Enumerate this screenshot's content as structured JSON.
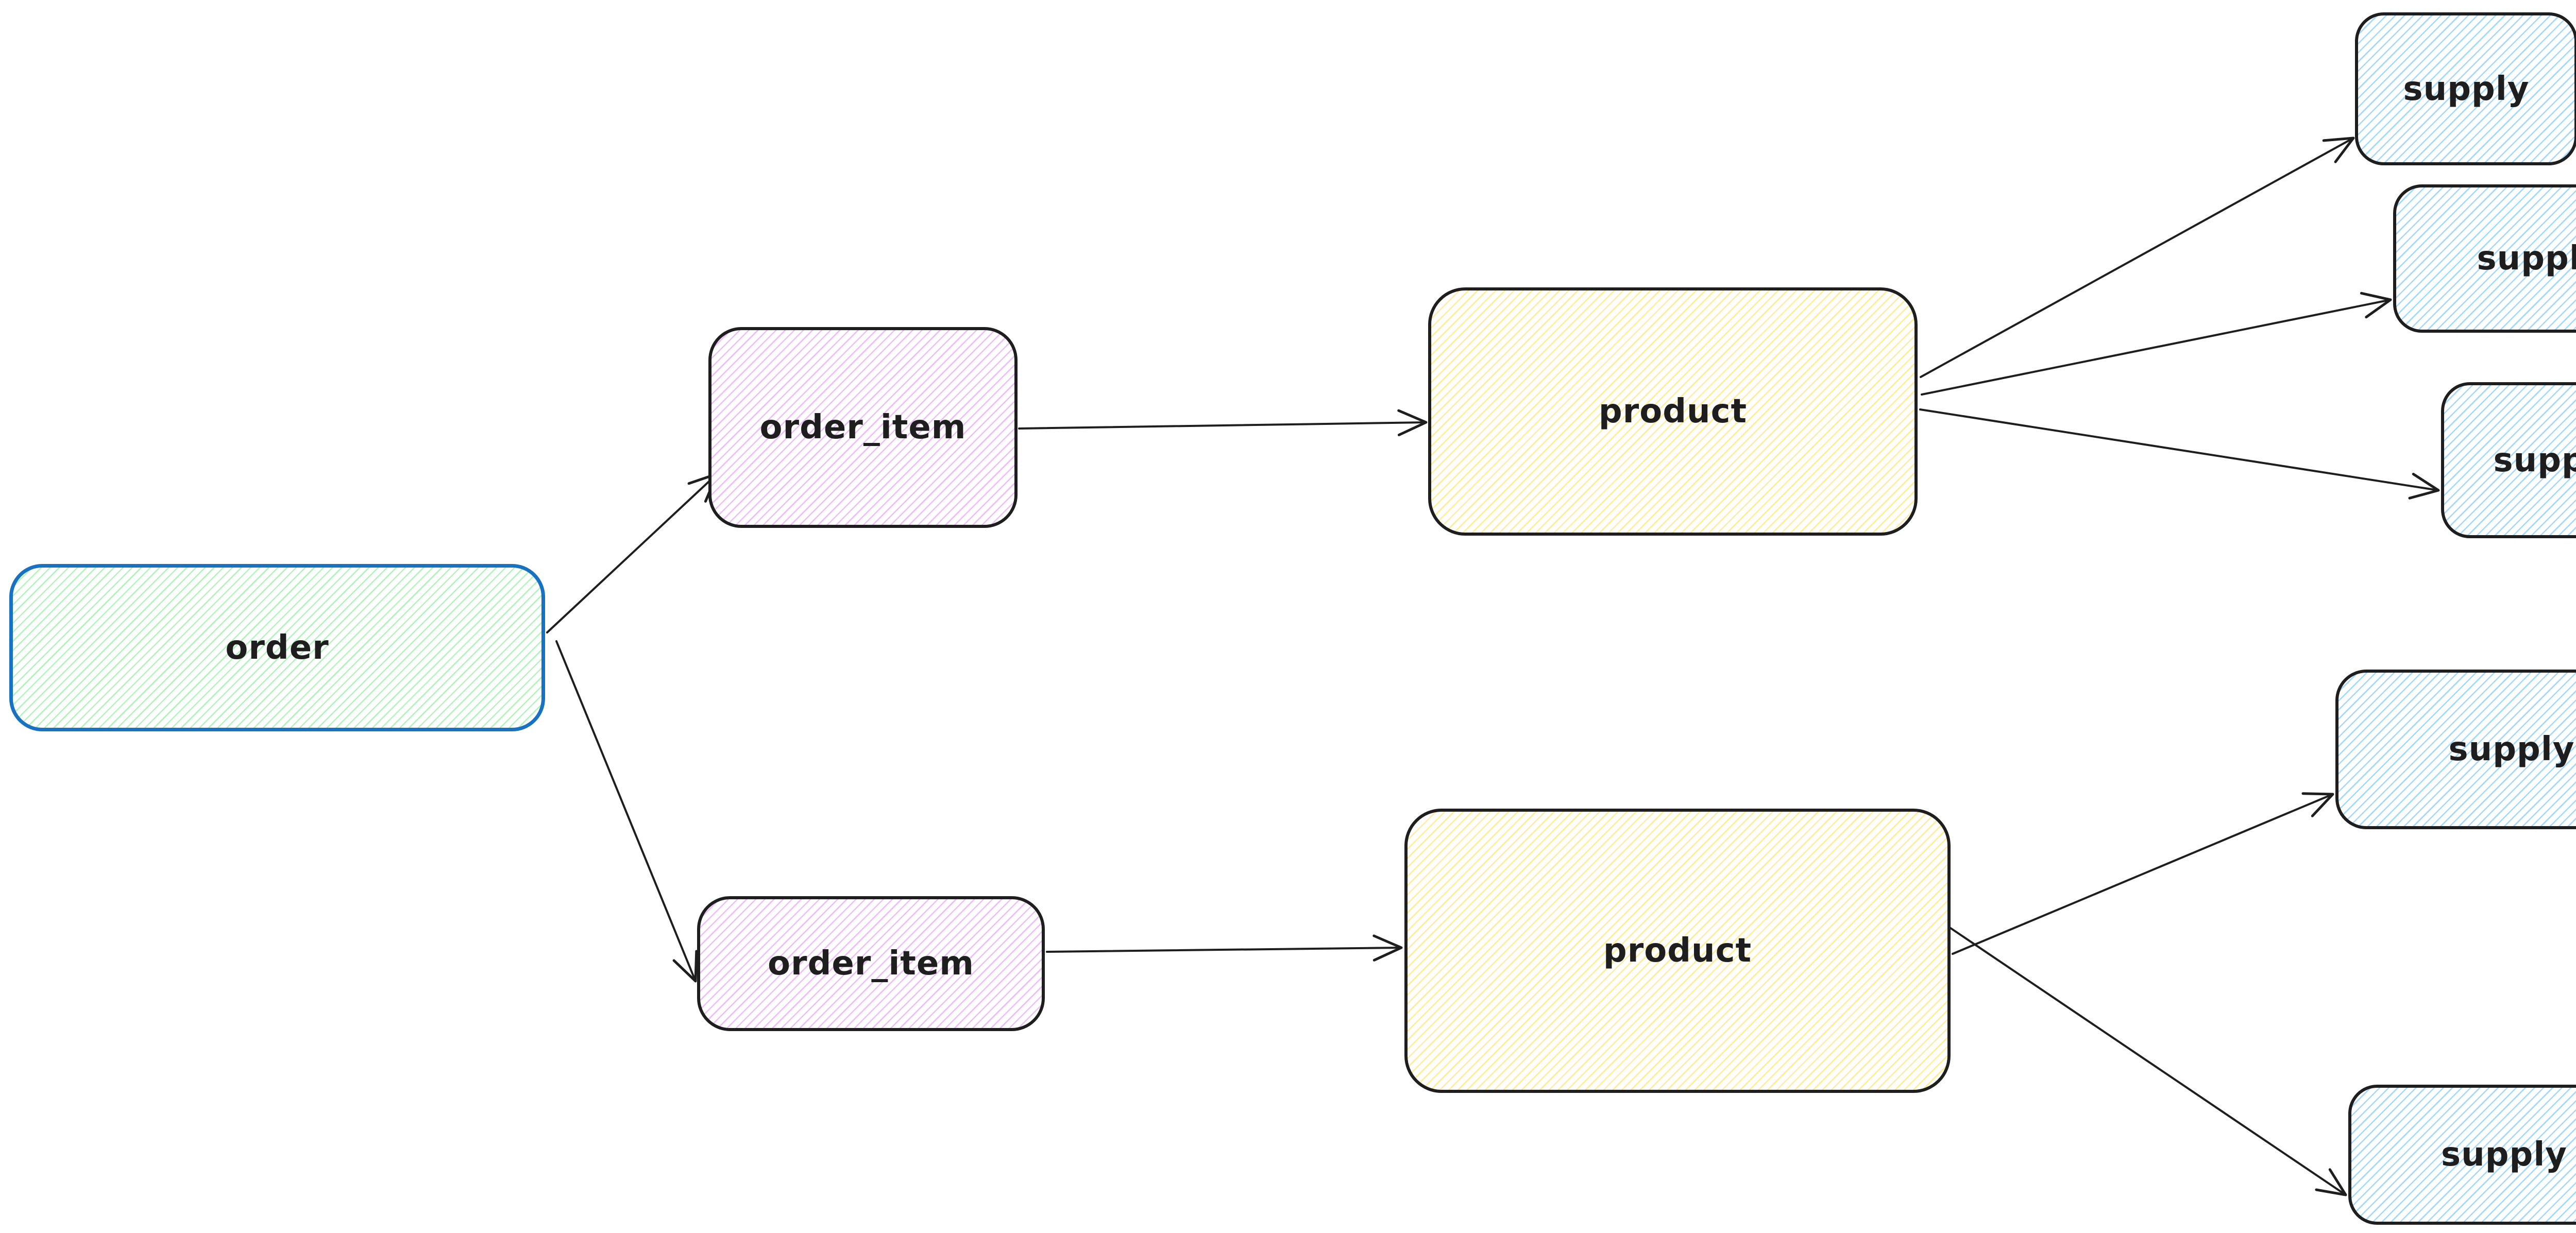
{
  "diagram": {
    "background": "#ffffff",
    "nodes": [
      {
        "id": "order",
        "label": "order",
        "fill": "green",
        "stroke": "blue"
      },
      {
        "id": "order_item_1",
        "label": "order_item",
        "fill": "pink",
        "stroke": "dark"
      },
      {
        "id": "order_item_2",
        "label": "order_item",
        "fill": "pink",
        "stroke": "dark"
      },
      {
        "id": "product_1",
        "label": "product",
        "fill": "yellow",
        "stroke": "dark"
      },
      {
        "id": "product_2",
        "label": "product",
        "fill": "yellow",
        "stroke": "dark"
      },
      {
        "id": "supply_1",
        "label": "supply",
        "fill": "blue",
        "stroke": "dark"
      },
      {
        "id": "supply_2",
        "label": "supply",
        "fill": "blue",
        "stroke": "dark"
      },
      {
        "id": "supply_3",
        "label": "supply",
        "fill": "blue",
        "stroke": "dark"
      },
      {
        "id": "supply_4",
        "label": "supply",
        "fill": "blue",
        "stroke": "dark"
      },
      {
        "id": "supply_5",
        "label": "supply",
        "fill": "blue",
        "stroke": "dark"
      }
    ],
    "edges": [
      {
        "from": "order",
        "to": "order_item_1"
      },
      {
        "from": "order",
        "to": "order_item_2"
      },
      {
        "from": "order_item_1",
        "to": "product_1"
      },
      {
        "from": "order_item_2",
        "to": "product_2"
      },
      {
        "from": "product_1",
        "to": "supply_1"
      },
      {
        "from": "product_1",
        "to": "supply_2"
      },
      {
        "from": "product_1",
        "to": "supply_3"
      },
      {
        "from": "product_2",
        "to": "supply_4"
      },
      {
        "from": "product_2",
        "to": "supply_5"
      }
    ],
    "colors": {
      "stroke_dark": "#1e1e1e",
      "stroke_blue": "#1971c2",
      "fill_green": "#b2f2bb",
      "fill_pink": "#eebefa",
      "fill_yellow": "#ffec99",
      "fill_blue": "#a5d8ff",
      "arrow": "#1e1e1e"
    }
  }
}
